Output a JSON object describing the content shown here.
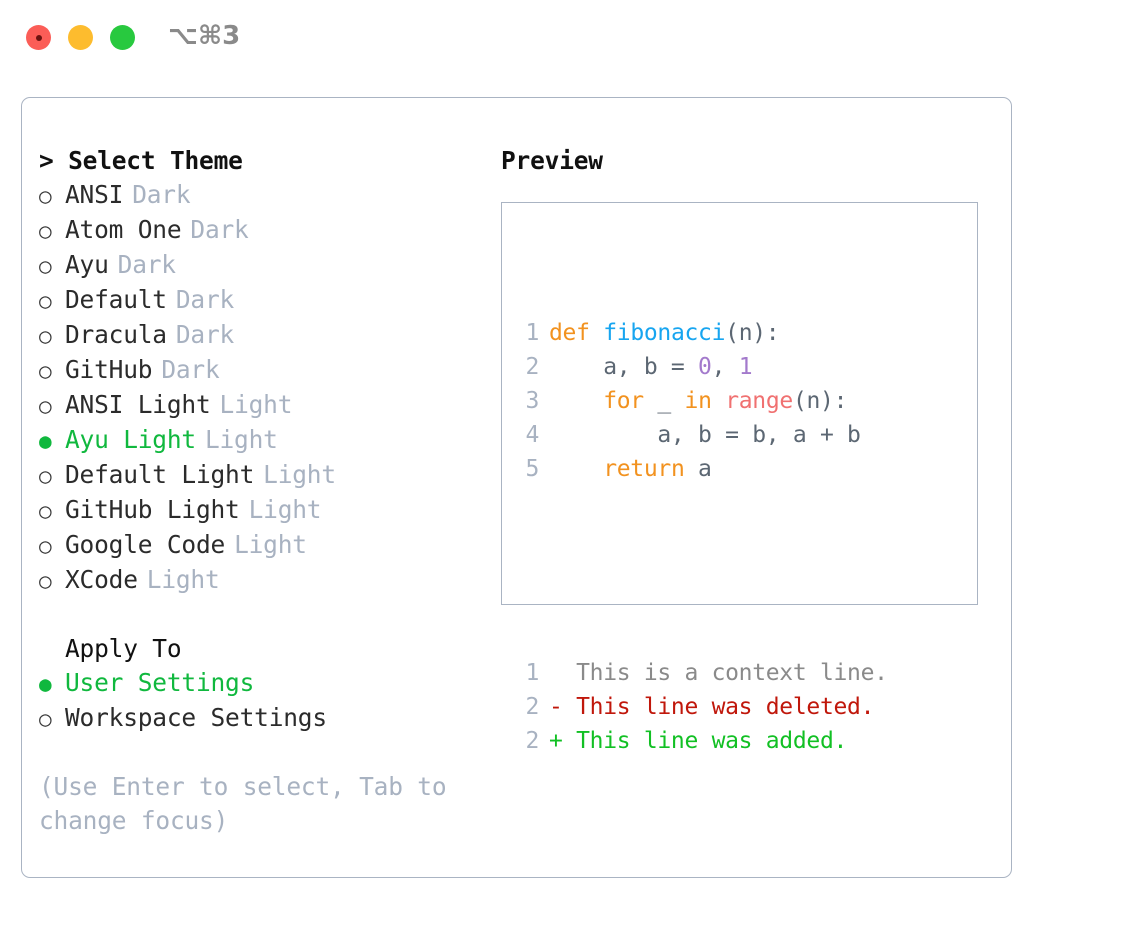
{
  "window": {
    "title": "⌥⌘3",
    "controls": [
      {
        "name": "close",
        "color": "#fb5d57"
      },
      {
        "name": "minimize",
        "color": "#fdbc2e"
      },
      {
        "name": "maximize",
        "color": "#28c93f"
      }
    ]
  },
  "theme_panel": {
    "heading": "> Select Theme",
    "items": [
      {
        "marker": "○",
        "name": "ANSI",
        "variant": "Dark",
        "selected": false
      },
      {
        "marker": "○",
        "name": "Atom One",
        "variant": "Dark",
        "selected": false
      },
      {
        "marker": "○",
        "name": "Ayu",
        "variant": "Dark",
        "selected": false
      },
      {
        "marker": "○",
        "name": "Default",
        "variant": "Dark",
        "selected": false
      },
      {
        "marker": "○",
        "name": "Dracula",
        "variant": "Dark",
        "selected": false
      },
      {
        "marker": "○",
        "name": "GitHub",
        "variant": "Dark",
        "selected": false
      },
      {
        "marker": "○",
        "name": "ANSI Light",
        "variant": "Light",
        "selected": false
      },
      {
        "marker": "●",
        "name": "Ayu Light",
        "variant": "Light",
        "selected": true
      },
      {
        "marker": "○",
        "name": "Default Light",
        "variant": "Light",
        "selected": false
      },
      {
        "marker": "○",
        "name": "GitHub Light",
        "variant": "Light",
        "selected": false
      },
      {
        "marker": "○",
        "name": "Google Code",
        "variant": "Light",
        "selected": false
      },
      {
        "marker": "○",
        "name": "XCode",
        "variant": "Light",
        "selected": false
      }
    ]
  },
  "apply_to": {
    "label": "Apply To",
    "options": [
      {
        "marker": "●",
        "name": "User Settings",
        "selected": true
      },
      {
        "marker": "○",
        "name": "Workspace Settings",
        "selected": false
      }
    ]
  },
  "hint": "(Use Enter to select, Tab to change focus)",
  "preview": {
    "title": "Preview",
    "code_lines": [
      {
        "num": "1",
        "tokens": [
          {
            "t": "def",
            "c": "kw"
          },
          {
            "t": " ",
            "c": "plain"
          },
          {
            "t": "fibonacci",
            "c": "fn"
          },
          {
            "t": "(n):",
            "c": "plain"
          }
        ]
      },
      {
        "num": "2",
        "tokens": [
          {
            "t": "    a, b = ",
            "c": "plain"
          },
          {
            "t": "0",
            "c": "num"
          },
          {
            "t": ", ",
            "c": "plain"
          },
          {
            "t": "1",
            "c": "num"
          }
        ]
      },
      {
        "num": "3",
        "tokens": [
          {
            "t": "    ",
            "c": "plain"
          },
          {
            "t": "for",
            "c": "kw"
          },
          {
            "t": " _ ",
            "c": "plain"
          },
          {
            "t": "in",
            "c": "kw"
          },
          {
            "t": " ",
            "c": "plain"
          },
          {
            "t": "range",
            "c": "builtin"
          },
          {
            "t": "(n):",
            "c": "plain"
          }
        ]
      },
      {
        "num": "4",
        "tokens": [
          {
            "t": "        a, b = b, a + b",
            "c": "plain"
          }
        ]
      },
      {
        "num": "5",
        "tokens": [
          {
            "t": "    ",
            "c": "plain"
          },
          {
            "t": "return",
            "c": "kw"
          },
          {
            "t": " a",
            "c": "plain"
          }
        ]
      }
    ],
    "diff_lines": [
      {
        "num": "1",
        "tokens": [
          {
            "t": "  This is a context line.",
            "c": "ctx"
          }
        ]
      },
      {
        "num": "2",
        "tokens": [
          {
            "t": "- This line was deleted.",
            "c": "del"
          }
        ]
      },
      {
        "num": "2",
        "tokens": [
          {
            "t": "+ This line was added.",
            "c": "add"
          }
        ]
      }
    ]
  },
  "colors": {
    "accent_green": "#10b83e",
    "keyword_orange": "#f2921f",
    "function_blue": "#17a5f0",
    "number_purple": "#a37acc",
    "builtin_salmon": "#f07171",
    "diff_deleted": "#c0170b",
    "diff_added": "#12c024",
    "muted_grey": "#a8b2c1",
    "border": "#aab4c3"
  }
}
